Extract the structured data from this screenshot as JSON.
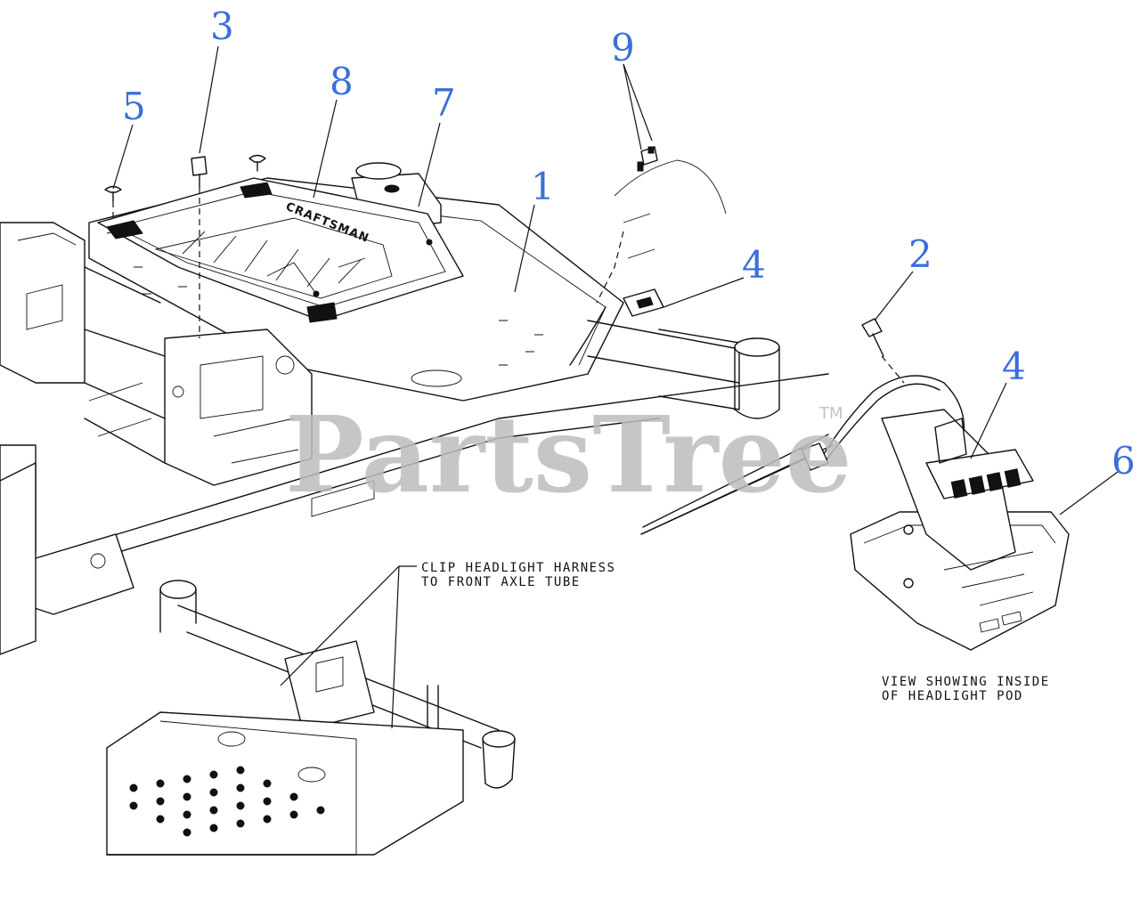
{
  "callouts": {
    "c3": "3",
    "c8": "8",
    "c5": "5",
    "c7": "7",
    "c9": "9",
    "c1": "1",
    "c4a": "4",
    "c2": "2",
    "c4b": "4",
    "c6": "6"
  },
  "notes": {
    "clip_line1": "CLIP HEADLIGHT HARNESS",
    "clip_line2": "TO FRONT AXLE TUBE",
    "view_line1": "VIEW SHOWING INSIDE",
    "view_line2": "OF HEADLIGHT POD"
  },
  "mat_logo": "CRAFTSMAN",
  "watermark": {
    "text": "PartsTree",
    "tm": "TM"
  }
}
